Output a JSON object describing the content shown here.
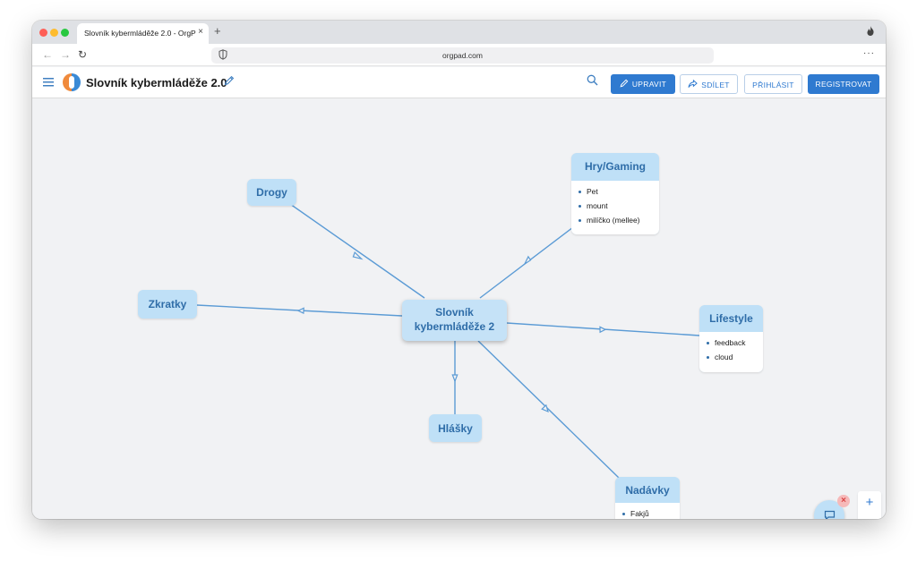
{
  "browser": {
    "tab_title": "Slovník kybermláděže 2.0 - OrgPad",
    "tab_close": "×",
    "new_tab": "+",
    "url": "orgpad.com",
    "menu": "···"
  },
  "app": {
    "title": "Slovník kybermláděže 2.0",
    "buttons": {
      "edit": "UPRAVIT",
      "share": "SDÍLET",
      "login": "PŘIHLÁSIT",
      "register": "REGISTROVAT"
    }
  },
  "map": {
    "center": "Slovník kybermláděže 2",
    "nodes": {
      "drogy": {
        "title": "Drogy"
      },
      "zkratky": {
        "title": "Zkratky"
      },
      "hlasky": {
        "title": "Hlášky"
      },
      "gaming": {
        "title": "Hry/Gaming",
        "items": [
          "Pet",
          "mount",
          "milíčko (mellee)"
        ]
      },
      "lifestyle": {
        "title": "Lifestyle",
        "items": [
          "feedback",
          "cloud"
        ]
      },
      "nadavky": {
        "title": "Nadávky",
        "items": [
          "Fakjů"
        ]
      }
    }
  },
  "zoom": {
    "in": "+",
    "out": "−"
  },
  "chat": {
    "close": "×"
  },
  "colors": {
    "accent": "#2f7ad0",
    "node_fill": "#bfe0f7",
    "edge": "#5b9bd5"
  }
}
